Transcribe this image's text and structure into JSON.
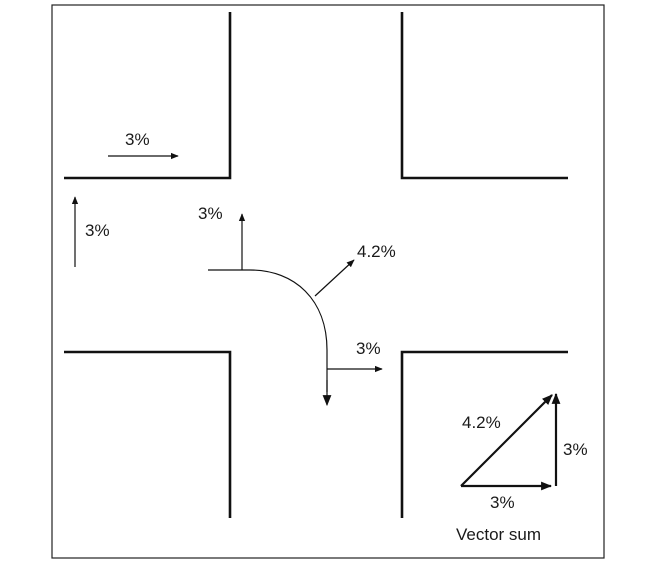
{
  "labels": {
    "top_left_grade": "3%",
    "left_side_grade": "3%",
    "center_up_grade": "3%",
    "center_diag_grade": "4.2%",
    "center_right_grade": "3%",
    "vector_diag": "4.2%",
    "vector_vertical": "3%",
    "vector_horizontal": "3%",
    "vector_caption": "Vector sum"
  }
}
